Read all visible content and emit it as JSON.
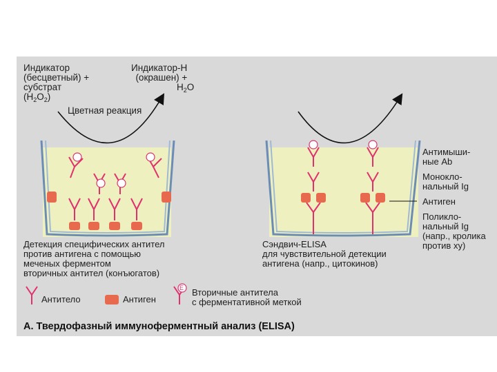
{
  "labels": {
    "indicator_colorless": "Индикатор\n(бесцветный) +\nсубстрат",
    "substrate_formula": "(H",
    "substrate_formula_end": "O",
    "substrate_formula_close": ")",
    "indicator_h": "Индикатор-H\n(окрашен) +",
    "water": "H",
    "water_end": "O",
    "color_reaction": "Цветная реакция",
    "left_caption": "Детекция специфических антител\nпротив антигена с помощью\nмеченых ферментом\nвторичных антител (конъюгатов)",
    "right_caption": "Сэндвич-ELISA\nдля чувствительной детекции\nантигена (напр., цитокинов)",
    "mouse_ab": "Антимыши-\nные Ab",
    "monoclonal_ig": "Монокло-\nнальный Ig",
    "antigen_label": "Антиген",
    "polyclonal_ig": "Поликло-\nнальный Ig\n(напр., кролика\nпротив ху)",
    "sub_2": "2",
    "sub_2b": "2"
  },
  "legend": {
    "antibody": "Антитело",
    "antigen": "Антиген",
    "secondary": "Вторичные антитела\nс ферментативной меткой",
    "enzyme_mark": "E"
  },
  "caption": "A. Твердофазный иммуноферментный анализ (ELISA)",
  "colors": {
    "antibody": "#e0316c",
    "antigen": "#e86a4e",
    "solution": "#eef0c0",
    "well_wall": "#6b8db5",
    "panel": "#d9d9d9"
  }
}
